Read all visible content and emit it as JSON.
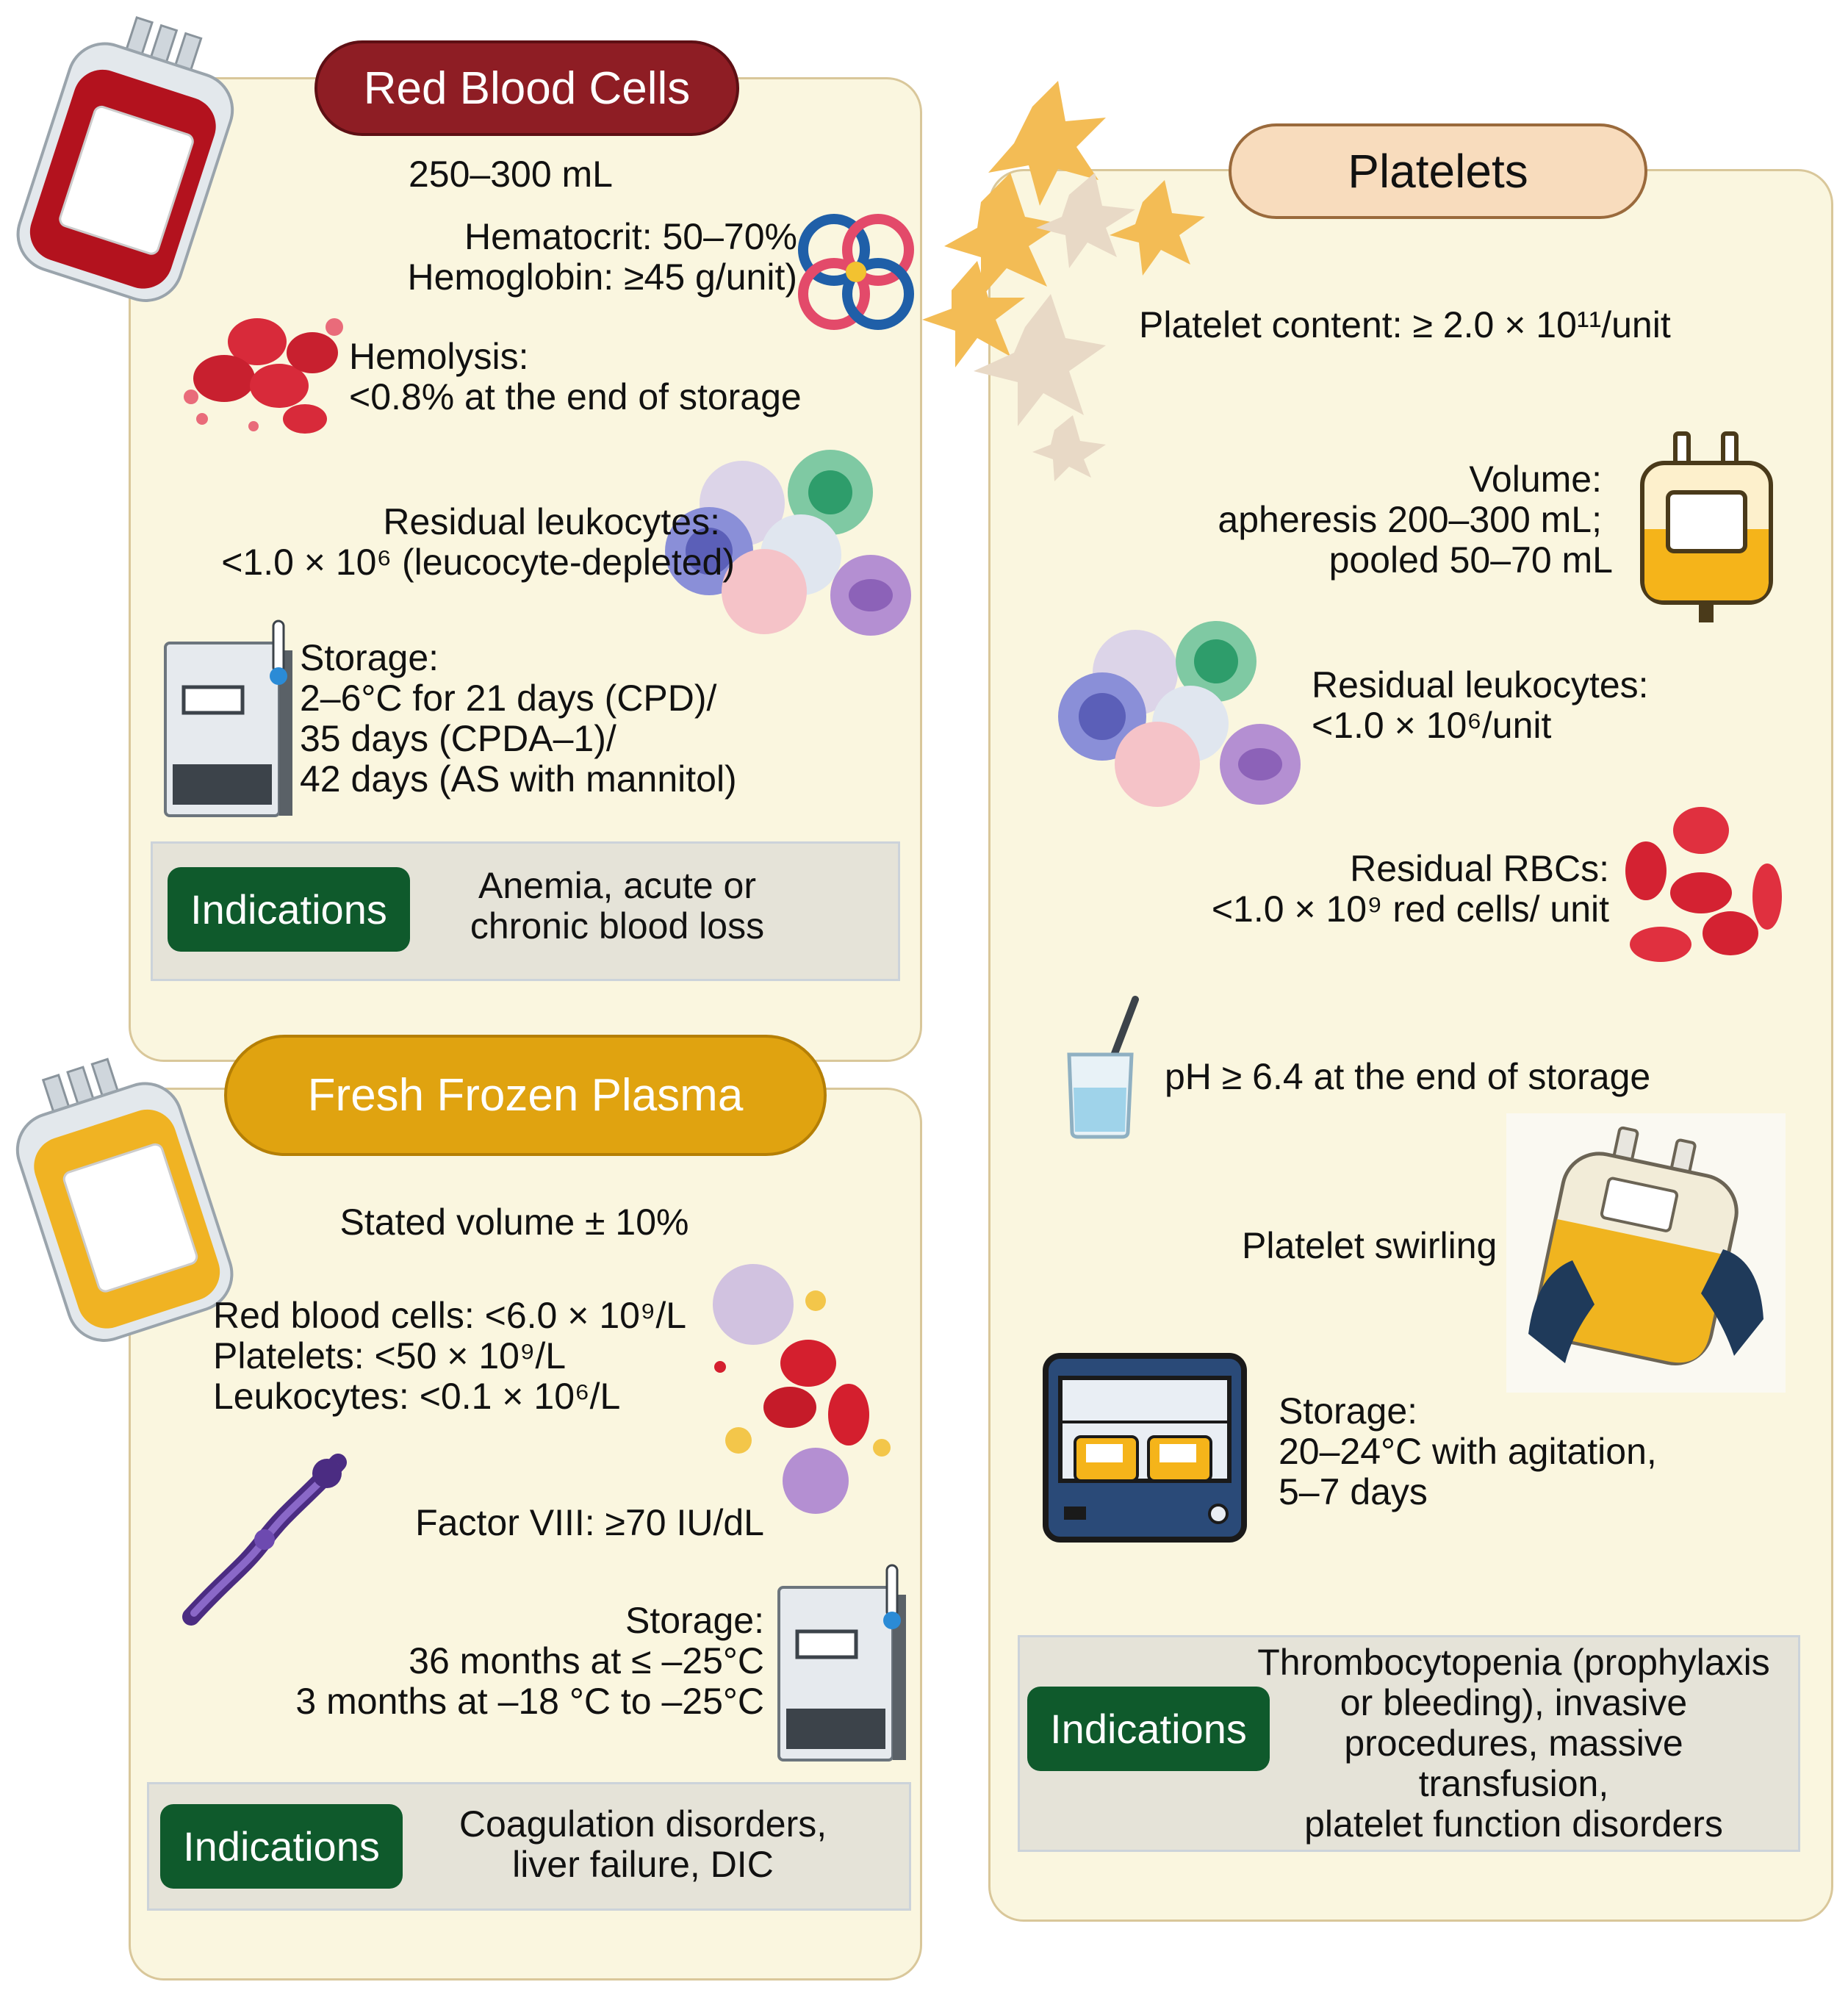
{
  "rbc": {
    "title": "Red Blood Cells",
    "volume": "250–300 mL",
    "hematocrit": "Hematocrit: 50–70%",
    "hemoglobin": "Hemoglobin: ≥45 g/unit)",
    "hemolysis_label": "Hemolysis:",
    "hemolysis_value": "<0.8% at the end of storage",
    "leuko_label": "Residual leukocytes:",
    "leuko_value": "<1.0 × 10⁶ (leucocyte-depleted)",
    "storage_label": "Storage:",
    "storage_line1": "2–6°C for 21 days (CPD)/",
    "storage_line2": "35 days (CPDA–1)/",
    "storage_line3": "42 days (AS with mannitol)",
    "indications_button": "Indications",
    "indications_line1": "Anemia, acute or",
    "indications_line2": "chronic blood loss"
  },
  "ffp": {
    "title": "Fresh Frozen Plasma",
    "volume": "Stated volume ± 10%",
    "rbc": "Red blood cells: <6.0 × 10⁹/L",
    "platelets": "Platelets: <50 × 10⁹/L",
    "leukocytes": "Leukocytes: <0.1 × 10⁶/L",
    "factor": "Factor VIII: ≥70 IU/dL",
    "storage_label": "Storage:",
    "storage_line1": "36 months at ≤ –25°C",
    "storage_line2": "3 months at –18 °C to –25°C",
    "indications_button": "Indications",
    "indications_line1": "Coagulation disorders,",
    "indications_line2": "liver failure, DIC"
  },
  "plt": {
    "title": "Platelets",
    "content": "Platelet content: ≥ 2.0 × 10¹¹/unit",
    "volume_label": "Volume:",
    "volume_line1": "apheresis 200–300 mL;",
    "volume_line2": "pooled 50–70 mL",
    "leuko_label": "Residual leukocytes:",
    "leuko_value": "<1.0 × 10⁶/unit",
    "rbc_label": "Residual RBCs:",
    "rbc_value": "<1.0 × 10⁹ red cells/ unit",
    "ph": "pH ≥ 6.4 at the end of storage",
    "swirling": "Platelet swirling",
    "storage_label": "Storage:",
    "storage_line1": "20–24°C with agitation,",
    "storage_line2": "5–7 days",
    "indications_button": "Indications",
    "indications_line1": "Thrombocytopenia (prophylaxis",
    "indications_line2": "or bleeding), invasive",
    "indications_line3": "procedures, massive",
    "indications_line4": "transfusion,",
    "indications_line5": "platelet function disorders"
  },
  "colors": {
    "panel_bg": "#faf6df",
    "rbc_pill": "#8e1d24",
    "ffp_pill": "#e0a310",
    "plt_pill": "#f8dcbd",
    "indications": "#0f5a2c"
  }
}
